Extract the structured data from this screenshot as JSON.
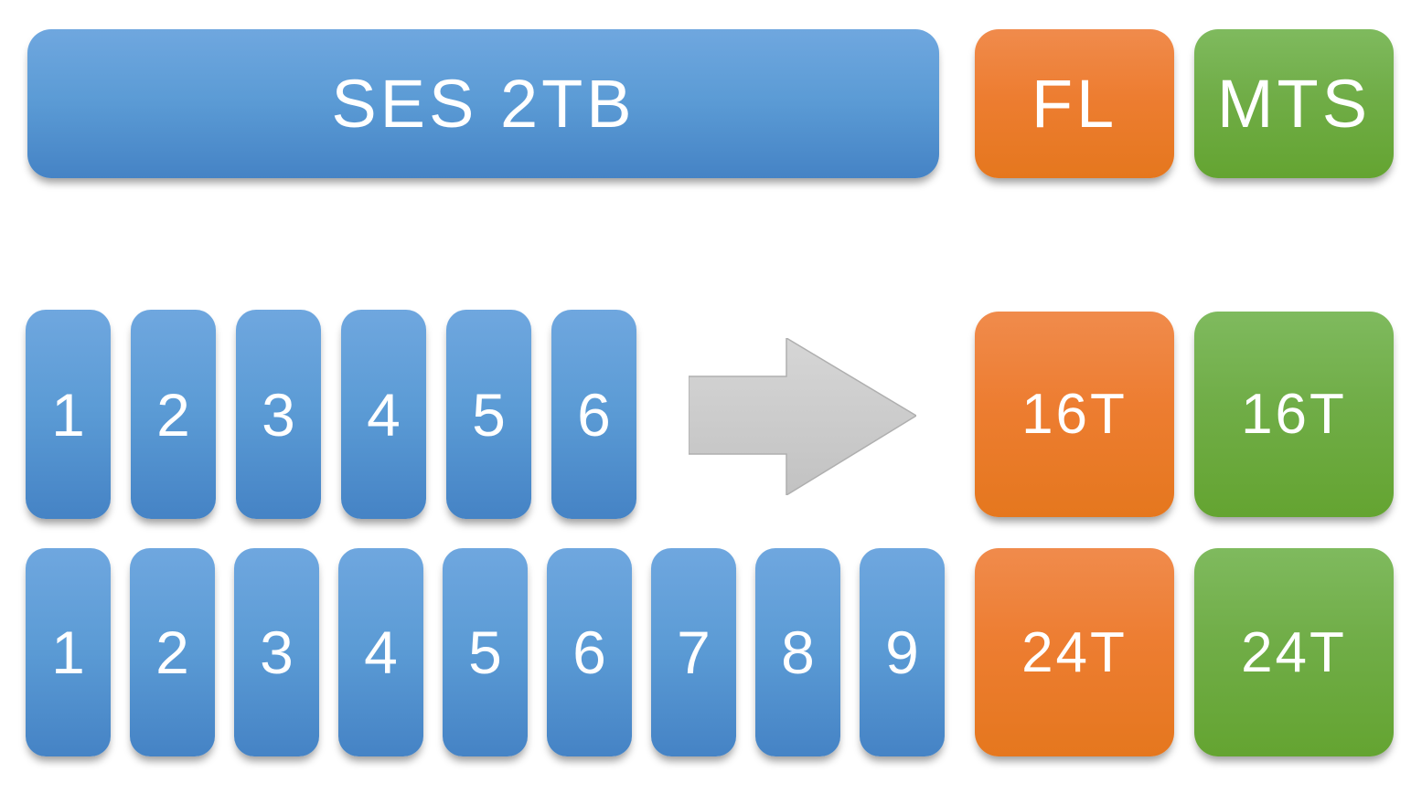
{
  "title_row": {
    "ses": "SES 2TB",
    "fl": "FL",
    "mts": "MTS"
  },
  "row_16": {
    "disks": [
      "1",
      "2",
      "3",
      "4",
      "5",
      "6"
    ],
    "fl_capacity": "16T",
    "mts_capacity": "16T"
  },
  "row_24": {
    "disks": [
      "1",
      "2",
      "3",
      "4",
      "5",
      "6",
      "7",
      "8",
      "9"
    ],
    "fl_capacity": "24T",
    "mts_capacity": "24T"
  },
  "arrow": {
    "direction": "right"
  },
  "colors": {
    "blue": "#5B9BD5",
    "orange": "#ED7D31",
    "green": "#70AD47",
    "arrow_gray": "#C9C9C9",
    "text": "#FFFFFF"
  }
}
